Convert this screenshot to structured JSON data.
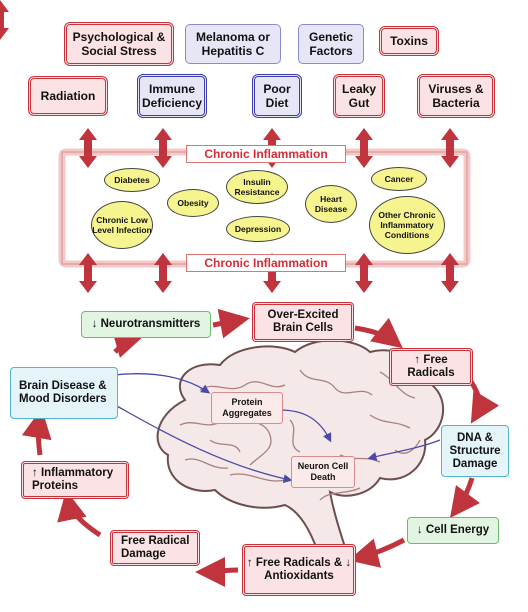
{
  "causes_row1": [
    "Psychological & Social Stress",
    "Melanoma or Hepatitis C",
    "Genetic Factors",
    "Toxins"
  ],
  "causes_row2": [
    "Radiation",
    "Immune Deficiency",
    "Poor Diet",
    "Leaky Gut",
    "Viruses & Bacteria"
  ],
  "inflammation_label": "Chronic Inflammation",
  "conditions": [
    "Diabetes",
    "Obesity",
    "Insulin Resistance",
    "Heart Disease",
    "Cancer",
    "Chronic Low Level Infection",
    "Depression",
    "Other Chronic Inflammatory Conditions"
  ],
  "cycle": {
    "neurotransmitters": "↓ Neurotransmitters",
    "over_excited": "Over-Excited Brain Cells",
    "free_radicals_up": "↑ Free Radicals",
    "dna_damage": "DNA & Structure Damage",
    "cell_energy": "↓ Cell Energy",
    "fr_antioxidants": "↑ Free Radicals & ↓ Antioxidants",
    "free_radical_damage": "Free Radical Damage",
    "inflammatory_proteins": "↑ Inflammatory Proteins",
    "brain_disease": "Brain Disease & Mood Disorders"
  },
  "brain_labels": {
    "protein_aggregates": "Protein Aggregates",
    "neuron_death": "Neuron Cell Death"
  },
  "colors": {
    "red": "#c8333b",
    "blue": "#3d3faa",
    "arrow": "#c0343d",
    "navy": "#4a4aa8"
  }
}
